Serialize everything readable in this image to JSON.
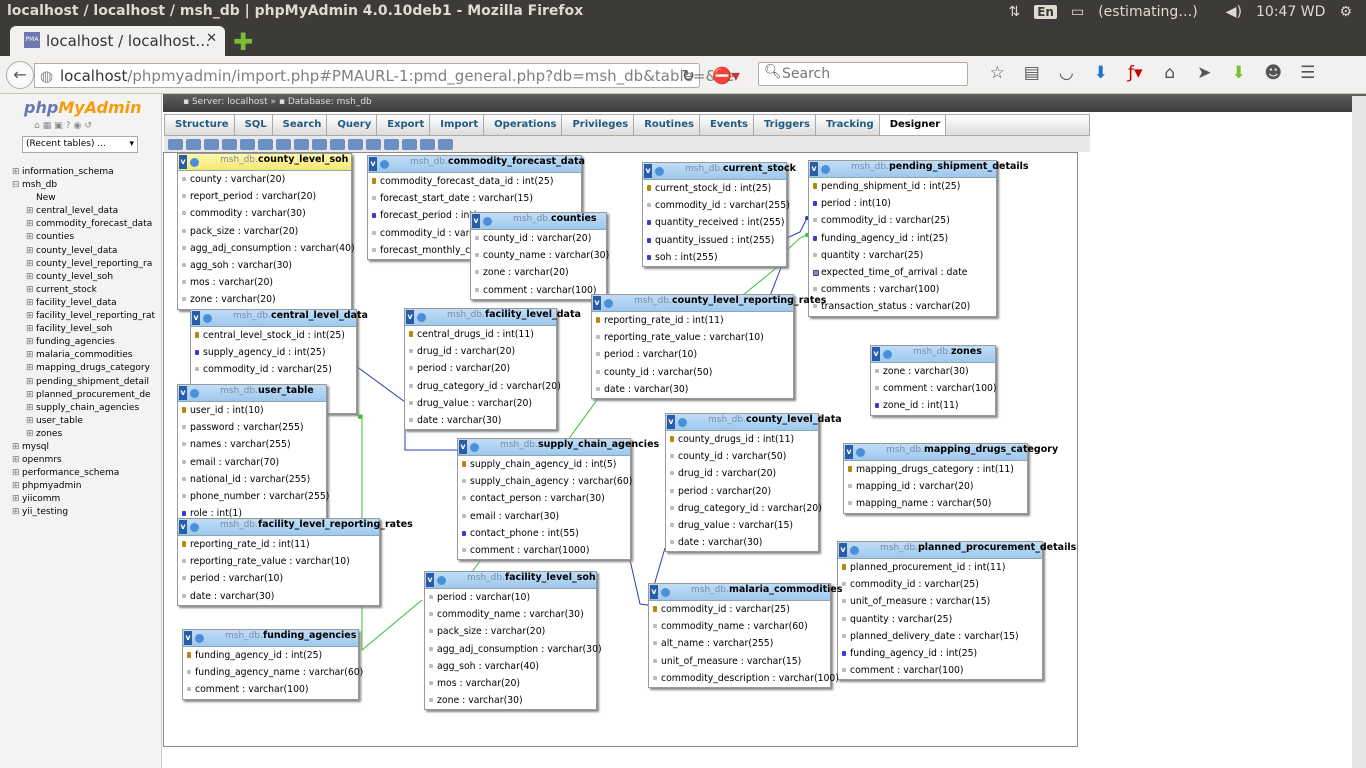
{
  "window": {
    "title": "localhost / localhost / msh_db | phpMyAdmin 4.0.10deb1 - Mozilla Firefox",
    "lang": "En",
    "status": "(estimating…)",
    "clock": "10:47 WD"
  },
  "browser": {
    "tab_label": "localhost / localhost…",
    "tab_icon": "PMA",
    "url_host": "localhost",
    "url_path": "/phpmyadmin/import.php#PMAURL-1:pmd_general.php?db=msh_db&table=&se",
    "search_placeholder": "Search"
  },
  "sidebar": {
    "logo_php": "php",
    "logo_myadmin": "MyAdmin",
    "recent": "(Recent tables) ...",
    "items": [
      {
        "label": "information_schema",
        "level": 0,
        "sign": "+"
      },
      {
        "label": "msh_db",
        "level": 0,
        "sign": "-"
      },
      {
        "label": "New",
        "level": 1,
        "sign": ""
      },
      {
        "label": "central_level_data",
        "level": 1,
        "sign": "+"
      },
      {
        "label": "commodity_forecast_data",
        "level": 1,
        "sign": "+"
      },
      {
        "label": "counties",
        "level": 1,
        "sign": "+"
      },
      {
        "label": "county_level_data",
        "level": 1,
        "sign": "+"
      },
      {
        "label": "county_level_reporting_ra",
        "level": 1,
        "sign": "+"
      },
      {
        "label": "county_level_soh",
        "level": 1,
        "sign": "+"
      },
      {
        "label": "current_stock",
        "level": 1,
        "sign": "+"
      },
      {
        "label": "facility_level_data",
        "level": 1,
        "sign": "+"
      },
      {
        "label": "facility_level_reporting_rat",
        "level": 1,
        "sign": "+"
      },
      {
        "label": "facility_level_soh",
        "level": 1,
        "sign": "+"
      },
      {
        "label": "funding_agencies",
        "level": 1,
        "sign": "+"
      },
      {
        "label": "malaria_commodities",
        "level": 1,
        "sign": "+"
      },
      {
        "label": "mapping_drugs_category",
        "level": 1,
        "sign": "+"
      },
      {
        "label": "pending_shipment_detail",
        "level": 1,
        "sign": "+"
      },
      {
        "label": "planned_procurement_de",
        "level": 1,
        "sign": "+"
      },
      {
        "label": "supply_chain_agencies",
        "level": 1,
        "sign": "+"
      },
      {
        "label": "user_table",
        "level": 1,
        "sign": "+"
      },
      {
        "label": "zones",
        "level": 1,
        "sign": "+"
      },
      {
        "label": "mysql",
        "level": 0,
        "sign": "+"
      },
      {
        "label": "openmrs",
        "level": 0,
        "sign": "+"
      },
      {
        "label": "performance_schema",
        "level": 0,
        "sign": "+"
      },
      {
        "label": "phpmyadmin",
        "level": 0,
        "sign": "+"
      },
      {
        "label": "yiicomm",
        "level": 0,
        "sign": "+"
      },
      {
        "label": "yii_testing",
        "level": 0,
        "sign": "+"
      }
    ]
  },
  "breadcrumb": {
    "server": "Server: localhost",
    "database": "Database: msh_db"
  },
  "menu": [
    "Structure",
    "SQL",
    "Search",
    "Query",
    "Export",
    "Import",
    "Operations",
    "Privileges",
    "Routines",
    "Events",
    "Triggers",
    "Tracking",
    "Designer"
  ],
  "db_prefix": "msh_db",
  "tables": [
    {
      "id": "t-cls",
      "name": "county_level_soh",
      "hl": true,
      "cols": [
        [
          "county : varchar(20)",
          ""
        ],
        [
          "report_period : varchar(20)",
          ""
        ],
        [
          "commodity : varchar(30)",
          ""
        ],
        [
          "pack_size : varchar(20)",
          ""
        ],
        [
          "agg_adj_consumption : varchar(40)",
          ""
        ],
        [
          "agg_soh : varchar(30)",
          ""
        ],
        [
          "mos : varchar(20)",
          ""
        ],
        [
          "zone : varchar(20)",
          ""
        ]
      ]
    },
    {
      "id": "t-cfd",
      "name": "commodity_forecast_data",
      "cols": [
        [
          "commodity_forecast_data_id : int(25)",
          "k"
        ],
        [
          "forecast_start_date : varchar(15)",
          ""
        ],
        [
          "forecast_period : int(",
          "h"
        ],
        [
          "commodity_id : varc",
          ""
        ],
        [
          "forecast_monthly_co",
          ""
        ]
      ]
    },
    {
      "id": "t-cnt",
      "name": "counties",
      "cols": [
        [
          "county_id : varchar(20)",
          ""
        ],
        [
          "county_name : varchar(30)",
          ""
        ],
        [
          "zone : varchar(20)",
          ""
        ],
        [
          "comment : varchar(100)",
          ""
        ]
      ]
    },
    {
      "id": "t-cs",
      "name": "current_stock",
      "cols": [
        [
          "current_stock_id : int(25)",
          "k"
        ],
        [
          "commodity_id : varchar(255)",
          ""
        ],
        [
          "quantity_received : int(255)",
          "h"
        ],
        [
          "quantity_issued : int(255)",
          "h"
        ],
        [
          "soh : int(255)",
          "h"
        ]
      ]
    },
    {
      "id": "t-psd",
      "name": "pending_shipment_details",
      "cols": [
        [
          "pending_shipment_id : int(25)",
          "k"
        ],
        [
          "period : int(10)",
          "h"
        ],
        [
          "commodity_id : varchar(25)",
          ""
        ],
        [
          "funding_agency_id : int(25)",
          "h"
        ],
        [
          "quantity : varchar(25)",
          ""
        ],
        [
          "expected_time_of_arrival : date",
          "d"
        ],
        [
          "comments : varchar(100)",
          ""
        ],
        [
          "transaction_status : varchar(20)",
          ""
        ]
      ]
    },
    {
      "id": "t-cld",
      "name": "central_level_data",
      "cols": [
        [
          "central_level_stock_id : int(25)",
          "k"
        ],
        [
          "supply_agency_id : int(25)",
          "h"
        ],
        [
          "commodity_id : varchar(25)",
          ""
        ],
        [
          "",
          ""
        ],
        [
          "",
          "h"
        ]
      ]
    },
    {
      "id": "t-fld",
      "name": "facility_level_data",
      "cols": [
        [
          "central_drugs_id : int(11)",
          "k"
        ],
        [
          "drug_id : varchar(20)",
          ""
        ],
        [
          "period : varchar(20)",
          ""
        ],
        [
          "drug_category_id : varchar(20)",
          ""
        ],
        [
          "drug_value : varchar(20)",
          ""
        ],
        [
          "date : varchar(30)",
          ""
        ]
      ]
    },
    {
      "id": "t-clrr",
      "name": "county_level_reporting_rates",
      "cols": [
        [
          "reporting_rate_id : int(11)",
          "k"
        ],
        [
          "reporting_rate_value : varchar(10)",
          ""
        ],
        [
          "period : varchar(10)",
          ""
        ],
        [
          "county_id : varchar(50)",
          ""
        ],
        [
          "date : varchar(30)",
          ""
        ]
      ]
    },
    {
      "id": "t-zones",
      "name": "zones",
      "cols": [
        [
          "zone : varchar(30)",
          ""
        ],
        [
          "comment : varchar(100)",
          ""
        ],
        [
          "zone_id : int(11)",
          "h"
        ]
      ]
    },
    {
      "id": "t-user",
      "name": "user_table",
      "cols": [
        [
          "user_id : int(10)",
          "k"
        ],
        [
          "password : varchar(255)",
          ""
        ],
        [
          "names : varchar(255)",
          ""
        ],
        [
          "email : varchar(70)",
          ""
        ],
        [
          "national_id : varchar(255)",
          ""
        ],
        [
          "phone_number : varchar(255)",
          ""
        ],
        [
          "role : int(1)",
          "h"
        ]
      ]
    },
    {
      "id": "t-sca",
      "name": "supply_chain_agencies",
      "cols": [
        [
          "supply_chain_agency_id : int(5)",
          "k"
        ],
        [
          "supply_chain_agency : varchar(60)",
          ""
        ],
        [
          "contact_person : varchar(30)",
          ""
        ],
        [
          "email : varchar(30)",
          ""
        ],
        [
          "contact_phone : int(55)",
          "h"
        ],
        [
          "comment : varchar(1000)",
          ""
        ]
      ]
    },
    {
      "id": "t-cld2",
      "name": "county_level_data",
      "cols": [
        [
          "county_drugs_id : int(11)",
          "k"
        ],
        [
          "county_id : varchar(50)",
          ""
        ],
        [
          "drug_id : varchar(20)",
          ""
        ],
        [
          "period : varchar(20)",
          ""
        ],
        [
          "drug_category_id : varchar(20)",
          ""
        ],
        [
          "drug_value : varchar(15)",
          ""
        ],
        [
          "date : varchar(30)",
          ""
        ]
      ]
    },
    {
      "id": "t-mdc",
      "name": "mapping_drugs_category",
      "cols": [
        [
          "mapping_drugs_category : int(11)",
          "k"
        ],
        [
          "mapping_id : varchar(20)",
          ""
        ],
        [
          "mapping_name : varchar(50)",
          ""
        ]
      ]
    },
    {
      "id": "t-flrr",
      "name": "facility_level_reporting_rates",
      "cols": [
        [
          "reporting_rate_id : int(11)",
          "k"
        ],
        [
          "reporting_rate_value : varchar(10)",
          ""
        ],
        [
          "period : varchar(10)",
          ""
        ],
        [
          "date : varchar(30)",
          ""
        ]
      ]
    },
    {
      "id": "t-ppd",
      "name": "planned_procurement_details",
      "cols": [
        [
          "planned_procurement_id : int(11)",
          "k"
        ],
        [
          "commodity_id : varchar(25)",
          ""
        ],
        [
          "unit_of_measure : varchar(15)",
          ""
        ],
        [
          "quantity : varchar(25)",
          ""
        ],
        [
          "planned_delivery_date : varchar(15)",
          ""
        ],
        [
          "funding_agency_id : int(25)",
          "h"
        ],
        [
          "comment : varchar(100)",
          ""
        ]
      ]
    },
    {
      "id": "t-fls",
      "name": "facility_level_soh",
      "cols": [
        [
          "period : varchar(10)",
          ""
        ],
        [
          "commodity_name : varchar(30)",
          ""
        ],
        [
          "pack_size : varchar(20)",
          ""
        ],
        [
          "agg_adj_consumption : varchar(30)",
          ""
        ],
        [
          "agg_soh : varchar(40)",
          ""
        ],
        [
          "mos : varchar(20)",
          ""
        ],
        [
          "zone : varchar(30)",
          ""
        ]
      ]
    },
    {
      "id": "t-fa",
      "name": "funding_agencies",
      "cols": [
        [
          "funding_agency_id : int(25)",
          "k"
        ],
        [
          "funding_agency_name : varchar(60)",
          ""
        ],
        [
          "comment : varchar(100)",
          ""
        ]
      ]
    },
    {
      "id": "t-mc",
      "name": "malaria_commodities",
      "cols": [
        [
          "commodity_id : varchar(25)",
          "k"
        ],
        [
          "commodity_name : varchar(60)",
          ""
        ],
        [
          "alt_name : varchar(255)",
          ""
        ],
        [
          "unit_of_measure : varchar(15)",
          ""
        ],
        [
          "commodity_description : varchar(100)",
          ""
        ]
      ]
    }
  ]
}
